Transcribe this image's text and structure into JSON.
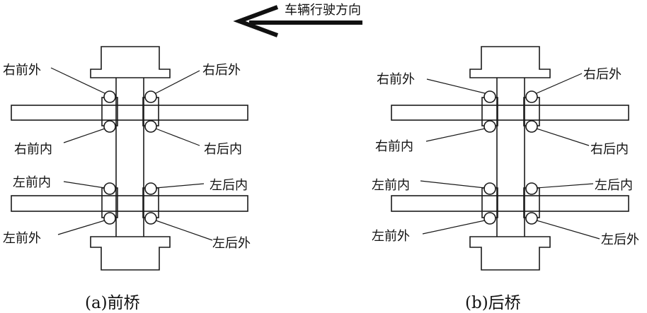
{
  "direction_label": "车辆行驶方向",
  "front": {
    "caption": "(a)前桥",
    "labels": {
      "rf_out": "右前外",
      "rr_out": "右后外",
      "rf_in": "右前内",
      "rr_in": "右后内",
      "lf_in": "左前内",
      "lr_in": "左后内",
      "lf_out": "左前外",
      "lr_out": "左后外"
    }
  },
  "rear": {
    "caption": "(b)后桥",
    "labels": {
      "rf_out": "右前外",
      "rr_out": "右后外",
      "rf_in": "右前内",
      "rr_in": "右后内",
      "lf_in": "左前内",
      "lr_in": "左后内",
      "lf_out": "左前外",
      "lr_out": "左后外"
    }
  },
  "colors": {
    "stroke": "#1a1a1a",
    "text": "#111111",
    "background": "#ffffff"
  }
}
